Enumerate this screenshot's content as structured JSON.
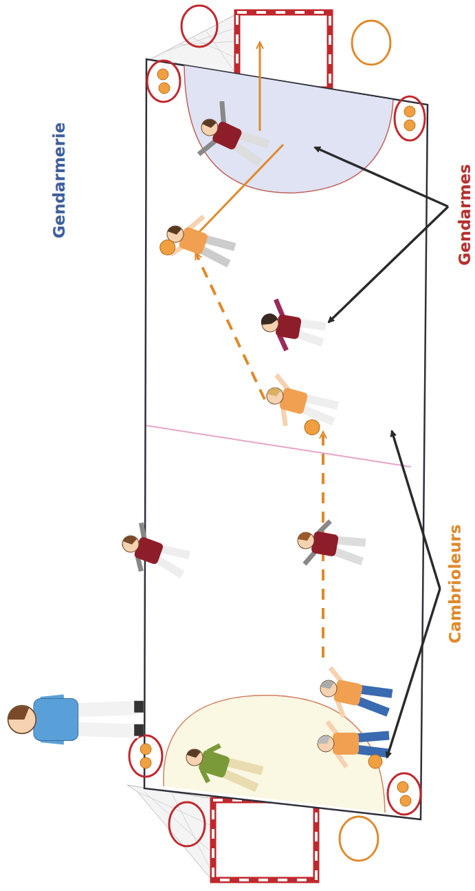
{
  "diagram": {
    "labels": [
      "Gendarmerie",
      "Gendarmes",
      "Cambrioleurs"
    ]
  }
}
